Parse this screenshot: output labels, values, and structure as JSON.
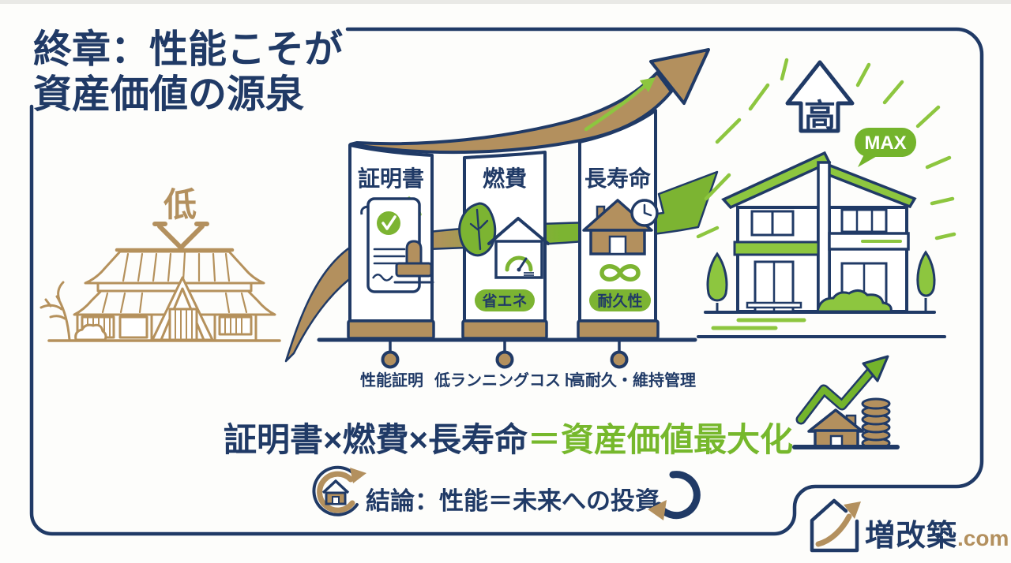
{
  "title": {
    "line1": "終章：性能こそが",
    "line2": "資産価値の源泉"
  },
  "old_house": {
    "arrow_label": "低"
  },
  "new_house": {
    "arrow_label": "高",
    "bubble_label": "MAX"
  },
  "pillars": [
    {
      "label": "証明書",
      "footnote": "性能証明"
    },
    {
      "label": "燃費",
      "badge": "省エネ",
      "footnote": "低ランニングコスト"
    },
    {
      "label": "長寿命",
      "badge": "耐久性",
      "footnote": "高耐久・維持管理"
    }
  ],
  "formula": {
    "left": "証明書×燃費×長寿命",
    "right": "＝資産価値最大化"
  },
  "conclusion": {
    "text": "結論：性能＝未来への投資"
  },
  "logo": {
    "name": "増改築",
    "suffix": ".com"
  },
  "colors": {
    "navy": "#203a66",
    "tan": "#b3905e",
    "green": "#7cb432",
    "green_bright": "#8dc63f",
    "max_green": "#74b42c",
    "background": "#fdfdfb"
  }
}
